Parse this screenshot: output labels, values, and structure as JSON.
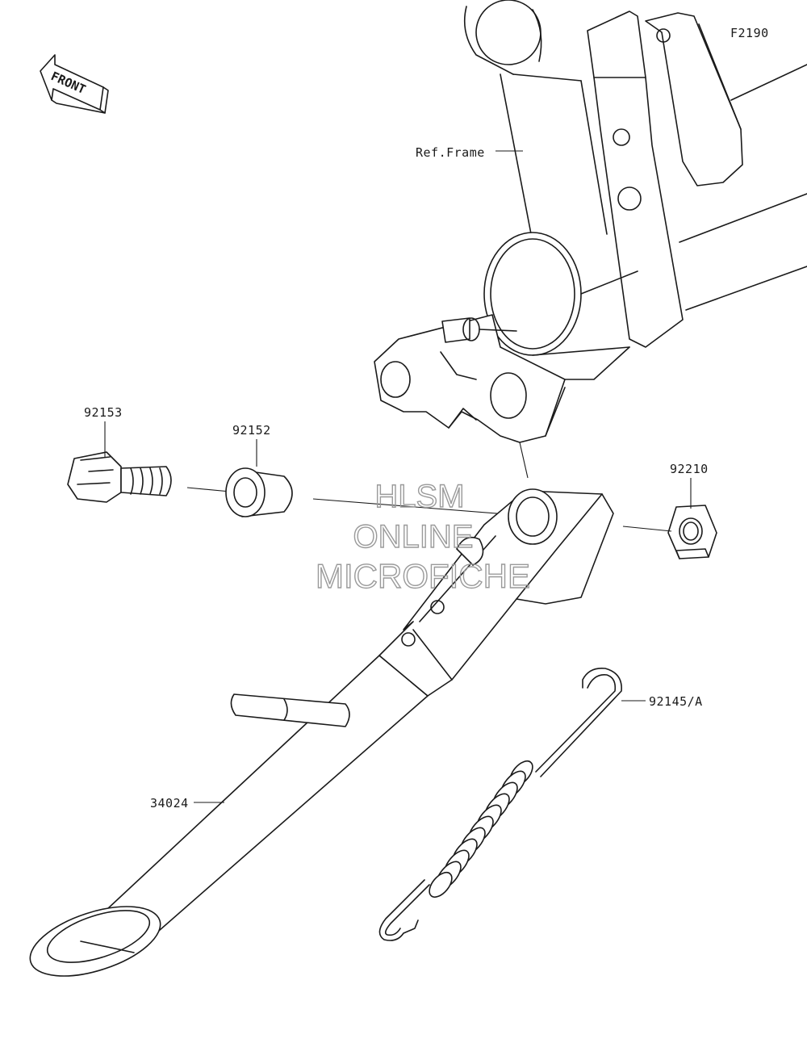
{
  "diagram_code": "F2190",
  "front_label": "FRONT",
  "reference_label": "Ref.Frame",
  "parts": [
    {
      "number": "92153"
    },
    {
      "number": "92152"
    },
    {
      "number": "92210"
    },
    {
      "number": "92145/A"
    },
    {
      "number": "34024"
    }
  ],
  "watermark": {
    "line1": "HLSM",
    "line2": "ONLINE",
    "line3": "MICROFICHE",
    "color": "#9a9a9a"
  }
}
